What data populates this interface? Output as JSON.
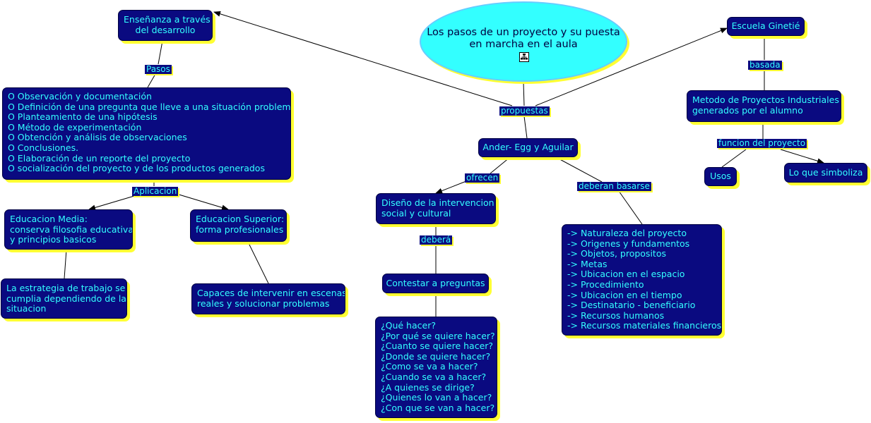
{
  "root": {
    "title": "Los pasos de un proyecto y su puesta\nen marcha en el aula"
  },
  "nodes": {
    "ensenanza": "Enseñanza a través\ndel desarrollo",
    "pasos_lista": "O Observación y documentación\nO Definición de una pregunta que lleve a una situación problema\nO Planteamiento de una hipótesis\nO Método de experimentación\nO Obtención y análisis de observaciones\nO Conclusiones.\nO Elaboración de un reporte del proyecto\nO socialización del proyecto y de los productos generados",
    "edu_media": "Educacion Media:\nconserva filosofia educativa\ny principios basicos",
    "edu_superior": "Educacion Superior:\nforma profesionales",
    "estrategia": "La estrategia de trabajo se\ncumplia dependiendo de la\nsituacion",
    "capaces": "Capaces de intervenir en escenas\nreales y solucionar problemas",
    "ander": "Ander- Egg y Aguilar",
    "diseno": "Diseño de la intervencion\nsocial y cultural",
    "contestar": "Contestar a preguntas",
    "preguntas": "¿Qué hacer?\n¿Por qué se quiere hacer?\n¿Cuanto se quiere hacer?\n¿Donde se quiere hacer?\n¿Como se va a hacer?\n¿Cuando se va a hacer?\n¿A quienes se dirige?\n¿Quienes lo van a hacer?\n¿Con que se van a hacer?",
    "naturaleza": "-> Naturaleza del proyecto\n-> Origenes y fundamentos\n-> Objetos, propositos\n-> Metas\n-> Ubicacion en el espacio\n-> Procedimiento\n-> Ubicacion en el tiempo\n-> Destinatario - beneficiario\n-> Recursos humanos\n-> Recursos materiales financieros",
    "escuela": "Escuela Ginetié",
    "metodo": "Metodo de Proyectos Industriales\ngenerados por el alumno",
    "usos": "Usos",
    "simboliza": "Lo que simboliza"
  },
  "labels": {
    "pasos": "Pasos",
    "aplicacion": "Aplicacion",
    "propuestas": "propuestas",
    "ofrecen": "ofrecen",
    "deberan": "deberan basarse",
    "debera": "deberá",
    "basada": "basada",
    "funcion": "funcion del proyecto"
  },
  "colors": {
    "node_fill": "#0a0a80",
    "node_text": "#33ffff",
    "node_shadow": "#ffff33",
    "root_fill": "#33ffff",
    "line": "#000000"
  }
}
